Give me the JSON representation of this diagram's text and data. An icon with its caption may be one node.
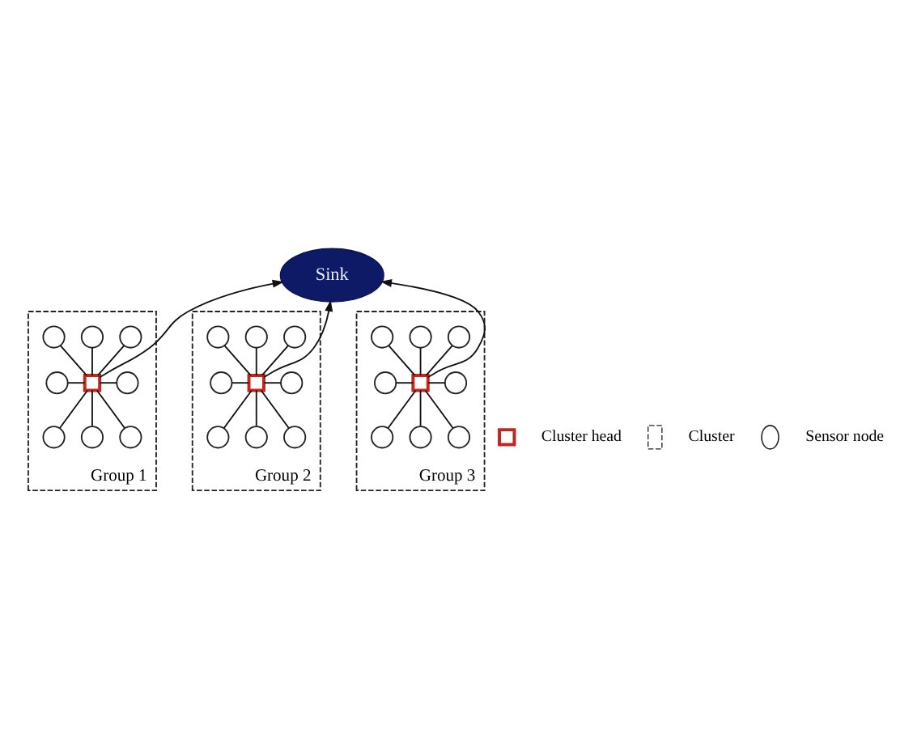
{
  "diagram": {
    "nodes": [
      {
        "text": [
          "Sink"
        ]
      },
      {
        "text": [
          "Group 1"
        ]
      },
      {
        "text": [],
        "shape": "circle",
        "in": 1
      },
      {
        "text": [],
        "shape": "circle",
        "in": 1
      },
      {
        "text": [],
        "shape": "circle",
        "in": 1
      },
      {
        "text": [],
        "shape": "circle",
        "in": 1
      },
      {
        "text": [],
        "shape": "box",
        "in": 1
      },
      {
        "text": [],
        "shape": "circle",
        "in": 1
      },
      {
        "text": [],
        "shape": "circle",
        "in": 1
      },
      {
        "text": [],
        "shape": "circle",
        "in": 1
      },
      {
        "text": [],
        "shape": "circle",
        "in": 1
      },
      {
        "text": [
          "Group 2"
        ]
      },
      {
        "text": [],
        "shape": "circle",
        "in": 11
      },
      {
        "text": [],
        "shape": "circle",
        "in": 11
      },
      {
        "text": [],
        "shape": "circle",
        "in": 11
      },
      {
        "text": [],
        "shape": "circle",
        "in": 11
      },
      {
        "text": [],
        "shape": "box",
        "in": 11
      },
      {
        "text": [],
        "shape": "circle",
        "in": 11
      },
      {
        "text": [],
        "shape": "circle",
        "in": 11
      },
      {
        "text": [],
        "shape": "circle",
        "in": 11
      },
      {
        "text": [],
        "shape": "circle",
        "in": 11
      },
      {
        "text": [
          "Group 3"
        ]
      },
      {
        "text": [],
        "shape": "circle",
        "in": 21
      },
      {
        "text": [],
        "shape": "circle",
        "in": 21
      },
      {
        "text": [],
        "shape": "circle",
        "in": 21
      },
      {
        "text": [],
        "shape": "circle",
        "in": 21
      },
      {
        "text": [],
        "shape": "box",
        "in": 21
      },
      {
        "text": [],
        "shape": "circle",
        "in": 21
      },
      {
        "text": [],
        "shape": "circle",
        "in": 21
      },
      {
        "text": [],
        "shape": "circle",
        "in": 21
      },
      {
        "text": [],
        "shape": "circle",
        "in": 21
      }
    ],
    "edges": [
      {
        "from": 6,
        "to": 0,
        "arrow": "to"
      },
      {
        "from": 16,
        "to": 0,
        "arrow": "to"
      },
      {
        "from": 26,
        "to": 0,
        "arrow": "to"
      },
      {
        "from": 6,
        "to": 3,
        "arrow": "none"
      },
      {
        "from": 6,
        "to": 2,
        "arrow": "none"
      },
      {
        "from": 6,
        "to": 4,
        "arrow": "none"
      },
      {
        "from": 5,
        "to": 6,
        "arrow": "none"
      },
      {
        "from": 6,
        "to": 7,
        "arrow": "none"
      },
      {
        "from": 8,
        "to": 6,
        "arrow": "none"
      },
      {
        "from": 10,
        "to": 6,
        "arrow": "none"
      },
      {
        "from": 9,
        "to": 6,
        "arrow": "none"
      },
      {
        "from": 16,
        "to": 13,
        "arrow": "none"
      },
      {
        "from": 16,
        "to": 12,
        "arrow": "none"
      },
      {
        "from": 16,
        "to": 14,
        "arrow": "none"
      },
      {
        "from": 15,
        "to": 16,
        "arrow": "none"
      },
      {
        "from": 16,
        "to": 17,
        "arrow": "none"
      },
      {
        "from": 18,
        "to": 16,
        "arrow": "none"
      },
      {
        "from": 20,
        "to": 16,
        "arrow": "none"
      },
      {
        "from": 19,
        "to": 16,
        "arrow": "none"
      },
      {
        "from": 26,
        "to": 23,
        "arrow": "none"
      },
      {
        "from": 26,
        "to": 22,
        "arrow": "none"
      },
      {
        "from": 26,
        "to": 24,
        "arrow": "none"
      },
      {
        "from": 25,
        "to": 26,
        "arrow": "none"
      },
      {
        "from": 26,
        "to": 27,
        "arrow": "none"
      },
      {
        "from": 28,
        "to": 26,
        "arrow": "none"
      },
      {
        "from": 30,
        "to": 26,
        "arrow": "none"
      },
      {
        "from": 29,
        "to": 26,
        "arrow": "none"
      }
    ],
    "legend": [
      {
        "text": "Cluster head"
      },
      {
        "text": "Cluster"
      },
      {
        "text": "Sensor node"
      }
    ]
  }
}
